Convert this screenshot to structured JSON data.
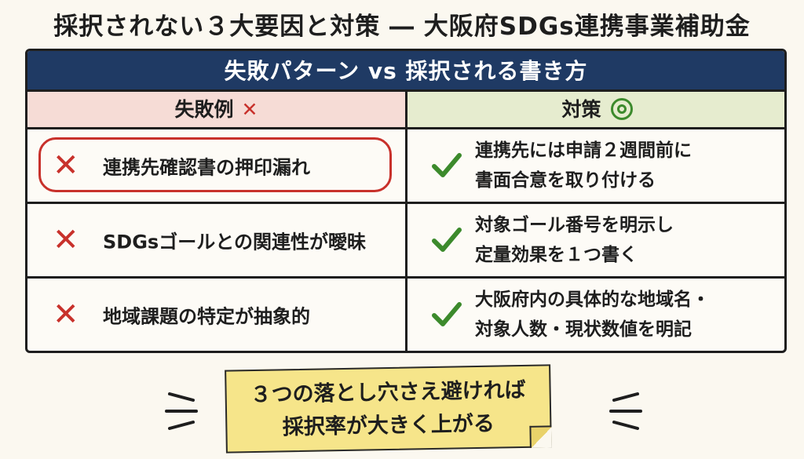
{
  "title": "採択されない３大要因と対策 ― 大阪府SDGs連携事業補助金",
  "table": {
    "header": "失敗パターン vs 採択される書き方",
    "col_fail": "失敗例",
    "col_fix": "対策",
    "fail_mark": "✕",
    "rows": [
      {
        "fail": "連携先確認書の押印漏れ",
        "fix_lines": [
          "連携先には申請２週間前に",
          "書面合意を取り付ける"
        ],
        "highlighted": true
      },
      {
        "fail": "SDGsゴールとの関連性が曖昧",
        "fix_lines": [
          "対象ゴール番号を明示し",
          "定量効果を１つ書く"
        ],
        "highlighted": false
      },
      {
        "fail": "地域課題の特定が抽象的",
        "fix_lines": [
          "大阪府内の具体的な地域名・",
          "対象人数・現状数値を明記"
        ],
        "highlighted": false
      }
    ]
  },
  "note": {
    "line1": "３つの落とし穴さえ避ければ",
    "line2": "採択率が大きく上がる"
  },
  "colors": {
    "header_bg": "#1f3a64",
    "fail_col_bg": "#f6dcd6",
    "fix_col_bg": "#e6eccf",
    "cross": "#c8312b",
    "check": "#3c8a2c",
    "note_bg": "#f6e58a"
  },
  "icons": [
    "cross-icon",
    "double-circle-icon",
    "check-icon",
    "emphasis-lines-icon"
  ]
}
